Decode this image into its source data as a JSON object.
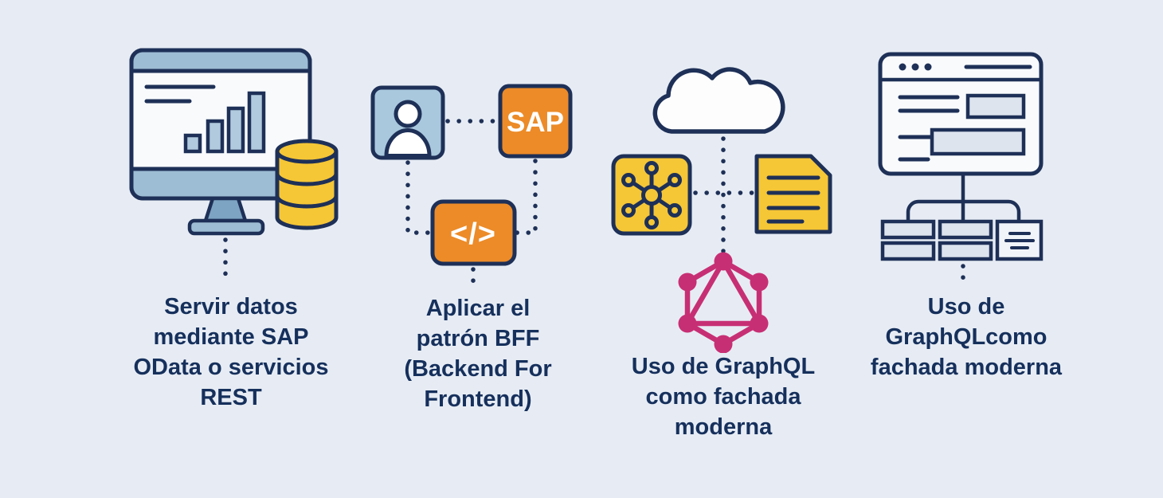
{
  "title": "SAP data serving architecture patterns infographic",
  "background_color": "#e7ecf4",
  "colors": {
    "outline_navy": "#1e3057",
    "caption_navy": "#16305c",
    "panel_blue": "#9dbdd4",
    "bar_blue": "#b2cadd",
    "person_box_blue": "#a9c8de",
    "database_yellow": "#f5c636",
    "box_yellow": "#f5c636",
    "sap_orange": "#ec8b28",
    "code_orange": "#ec8b28",
    "graphql_pink": "#c72f74",
    "screen_white": "#f8fafc",
    "widget_fill": "#dde4ee"
  },
  "columns": [
    {
      "id": "odata-rest",
      "icon": "monitor-with-chart-and-database",
      "caption_lines": [
        "Servir datos",
        "mediante SAP",
        "OData o servicios",
        "REST"
      ]
    },
    {
      "id": "bff-pattern",
      "icon": "user-sap-code-flow",
      "sap_label": "SAP",
      "code_glyph": "</>",
      "caption_lines": [
        "Aplicar el",
        "patrón BFF",
        "(Backend For",
        "Frontend)"
      ]
    },
    {
      "id": "graphql-facade",
      "icon": "cloud-hub-document-graphql",
      "caption_lines": [
        "Uso de GraphQL",
        "como fachada",
        "moderna"
      ]
    },
    {
      "id": "graphql-facade-2",
      "icon": "browser-sitemap",
      "caption_lines": [
        "Uso de",
        "GraphQLcomo",
        "fachada moderna"
      ]
    }
  ]
}
